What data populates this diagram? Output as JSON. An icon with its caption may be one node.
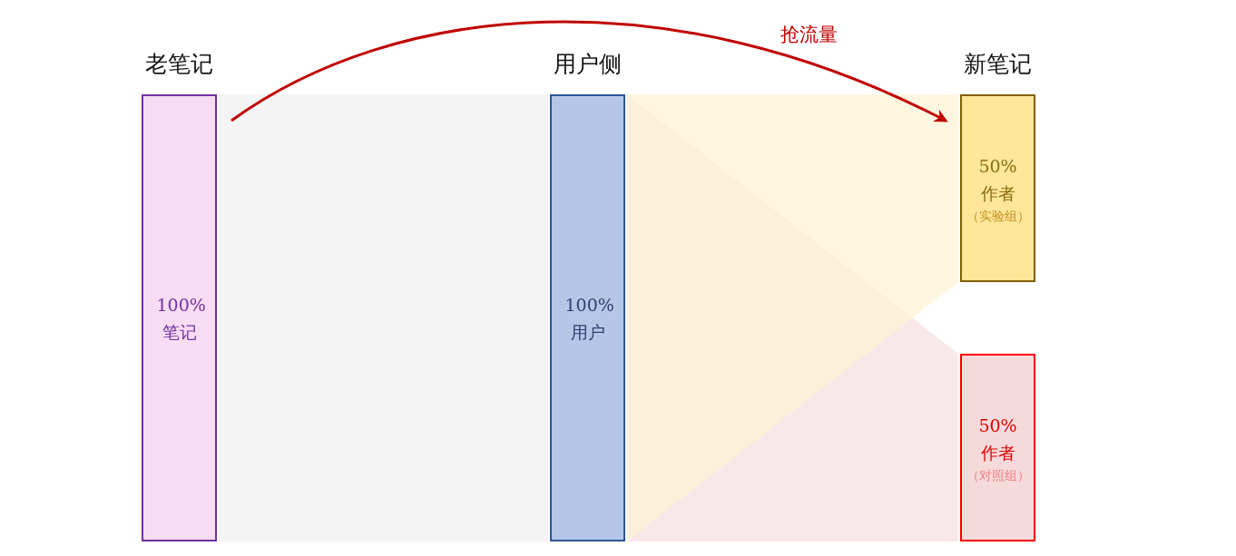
{
  "diagram": {
    "nodes": [
      {
        "text": [
          "老笔记",
          "100% 笔记"
        ]
      },
      {
        "text": [
          "用户侧",
          "100% 用户"
        ]
      },
      {
        "text": [
          "新笔记",
          "50% 作者",
          "（实验组）"
        ]
      },
      {
        "text": [
          "50% 作者",
          "（对照组）"
        ]
      }
    ],
    "edges": [
      {
        "from": 0,
        "to": 1,
        "arrow": "none",
        "color": "#f0f0f0"
      },
      {
        "from": 1,
        "to": 2,
        "arrow": "none",
        "color": "#fff3d6"
      },
      {
        "from": 1,
        "to": 3,
        "arrow": "none",
        "color": "#f5e0e2"
      },
      {
        "from": 0,
        "to": 2,
        "arrow": "to",
        "label": "抢流量",
        "color": "#c00000"
      }
    ]
  }
}
